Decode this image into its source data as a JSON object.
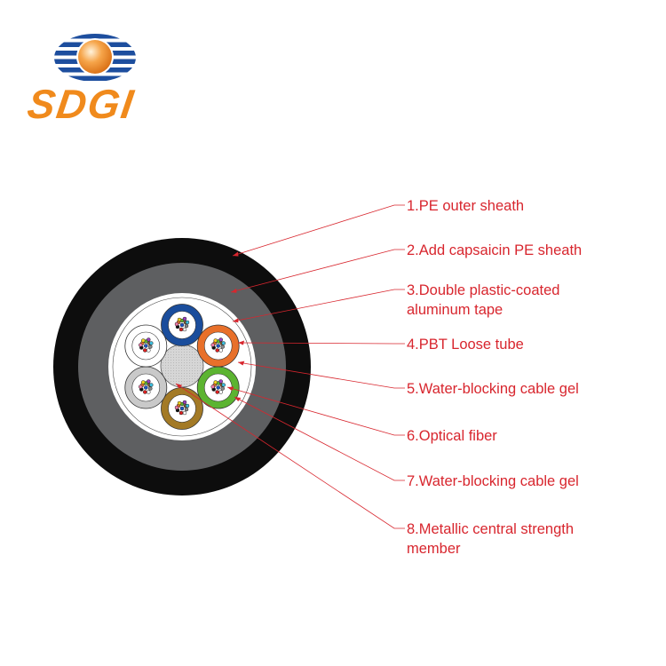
{
  "logo": {
    "text": "SDGI",
    "stripe_color": "#1d4e9e",
    "sphere_color": "#f39a3a",
    "text_color": "#f08a1c"
  },
  "colors": {
    "label": "#d8262e",
    "outer_sheath": "#0d0d0d",
    "inner_sheath": "#5e5f61",
    "tape": "#ffffff",
    "central_member": "#d4d4d4"
  },
  "tubes": [
    {
      "color": "#1a4d9c",
      "name": "blue"
    },
    {
      "color": "#e8702a",
      "name": "orange"
    },
    {
      "color": "#5cb431",
      "name": "green"
    },
    {
      "color": "#a37a26",
      "name": "brown"
    },
    {
      "color": "#c9c9c9",
      "name": "gray"
    },
    {
      "color": "#ffffff",
      "name": "white"
    }
  ],
  "fiber_colors": [
    "#1c57c9",
    "#e8702a",
    "#5cb431",
    "#8b5a2b",
    "#888888",
    "#ffffff",
    "#e02020",
    "#111111",
    "#f2d21b",
    "#9b3fc0",
    "#f07aa8",
    "#3ec0e0"
  ],
  "labels": [
    {
      "lines": [
        "1.PE outer sheath"
      ]
    },
    {
      "lines": [
        "2.Add capsaicin PE sheath"
      ]
    },
    {
      "lines": [
        "3.Double plastic-coated",
        "aluminum tape"
      ]
    },
    {
      "lines": [
        "4.PBT Loose tube"
      ]
    },
    {
      "lines": [
        "5.Water-blocking cable gel"
      ]
    },
    {
      "lines": [
        "6.Optical fiber"
      ]
    },
    {
      "lines": [
        "7.Water-blocking cable gel"
      ]
    },
    {
      "lines": [
        "8.Metallic central strength",
        "member"
      ]
    }
  ]
}
